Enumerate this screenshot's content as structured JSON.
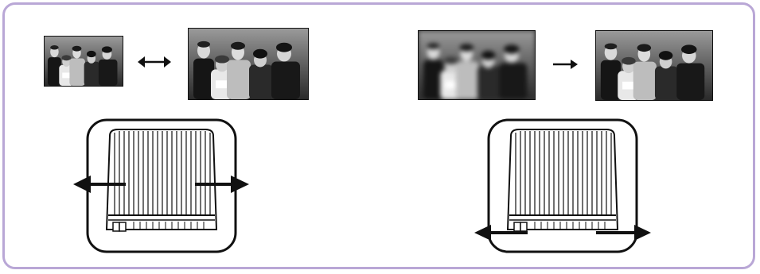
{
  "diagram": {
    "left_panel": {
      "function": "zoom",
      "relation": "two-way",
      "relation_icon": "double-arrow-icon",
      "lens_icon": "zoom-arrows-icon"
    },
    "right_panel": {
      "function": "focus",
      "relation": "one-way",
      "relation_icon": "right-arrow-icon",
      "lens_icon": "focus-arrows-icon"
    },
    "colors": {
      "frame": "#b9a7d6",
      "ink": "#111111"
    }
  }
}
